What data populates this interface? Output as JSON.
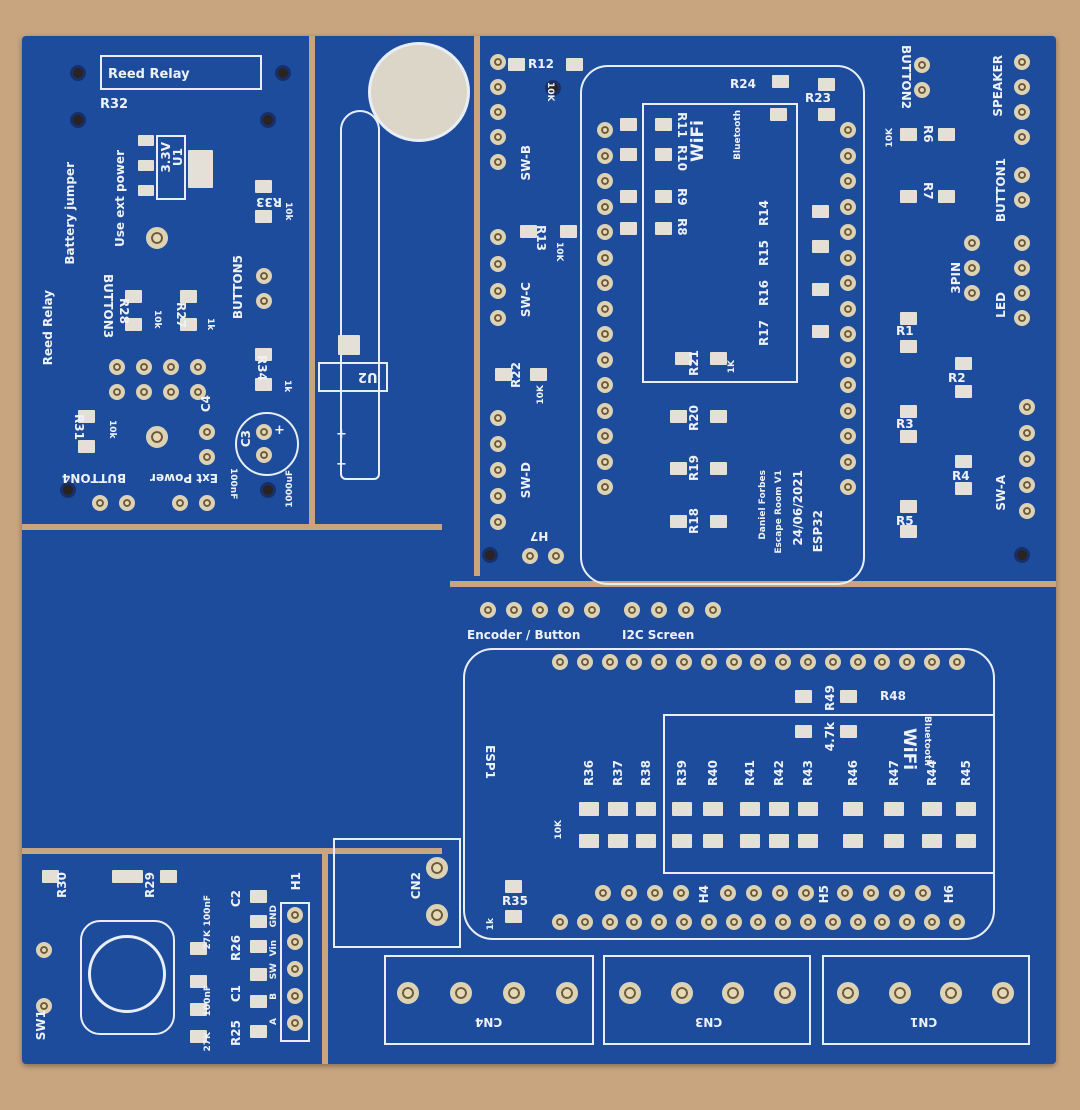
{
  "board_a": {
    "reed_relay_box": "Reed Relay",
    "r32": "R32",
    "u1_value": "3.3V",
    "u1": "U1",
    "use_ext_power": "Use ext power",
    "battery_jumper": "Battery jumper",
    "reed_relay_side": "Reed Relay",
    "r33": "R33",
    "r33_val": "10k",
    "button5": "BUTTON5",
    "button3": "BUTTON3",
    "r28": "R28",
    "r28_val": "10k",
    "r27": "R27",
    "r27_val": "1k",
    "r34": "R34",
    "r34_val": "1k",
    "r31": "R31",
    "r31_val": "10k",
    "c4": "C4",
    "c4_val": "100nF",
    "c3": "C3",
    "c3_val": "1000uF",
    "plus": "+",
    "ext_power": "Ext Power",
    "button4": "BUTTON4"
  },
  "board_b": {
    "u2": "U2",
    "plus": "+",
    "minus": "−"
  },
  "board_c": {
    "r12": "R12",
    "r12_val": "10K",
    "sw_b": "SW-B",
    "r13": "R13",
    "r13_val": "10K",
    "sw_c": "SW-C",
    "r22": "R22",
    "r22_val": "10K",
    "sw_d": "SW-D",
    "h7": "H7",
    "r24": "R24",
    "r23": "R23",
    "r11": "R11",
    "r10": "R10",
    "wifi": "WiFi",
    "bluetooth": "Bluetooth",
    "r9": "R9",
    "r8": "R8",
    "r14": "R14",
    "r15": "R15",
    "r16": "R16",
    "r17": "R17",
    "r21": "R21",
    "r20": "R20",
    "r19": "R19",
    "r18": "R18",
    "one_k": "1K",
    "author": "Daniel Forbes",
    "project": "Escape Room V1",
    "date": "24/06/2021",
    "module": "ESP32",
    "button2": "BUTTON2",
    "speaker": "SPEAKER",
    "r6": "R6",
    "r7": "R7",
    "button1": "BUTTON1",
    "three_pin": "3PIN",
    "led": "LED",
    "r1": "R1",
    "r2": "R2",
    "r3": "R3",
    "r4": "R4",
    "r5": "R5",
    "sw_a": "SW-A",
    "ten_k": "10K"
  },
  "board_e": {
    "encoder": "Encoder / Button",
    "i2c": "I2C Screen",
    "esp1": "ESP1",
    "r49": "R49",
    "r49_val": "4.7k",
    "r48": "R48",
    "bluetooth": "Bluetooth",
    "wifi": "WiFi",
    "resistors": [
      "R36",
      "R37",
      "R38",
      "R39",
      "R40",
      "R41",
      "R42",
      "R43",
      "R46",
      "R47",
      "R44",
      "R45"
    ],
    "ten_k": "10K",
    "r35": "R35",
    "r35_val": "1k",
    "h4": "H4",
    "h5": "H5",
    "h6": "H6",
    "cn2": "CN2",
    "cn4": "CN4",
    "cn3": "CN3",
    "cn1": "CN1"
  },
  "board_f": {
    "sw1": "SW1",
    "r30": "R30",
    "r29": "R29",
    "c2": "C2",
    "c2_val": "100nF",
    "r26": "R26",
    "r26_val": "27K",
    "c1": "C1",
    "c1_val": "100nF",
    "r25": "R25",
    "r25_val": "27K",
    "h1": "H1",
    "gnd": "GND",
    "vin": "Vin",
    "sw": "SW",
    "b": "B",
    "a": "A"
  },
  "colors": {
    "pcb": "#1f51a4",
    "silkscreen": "#eef2f8",
    "pad": "#e4e0d8",
    "background": "#c8a57f"
  }
}
